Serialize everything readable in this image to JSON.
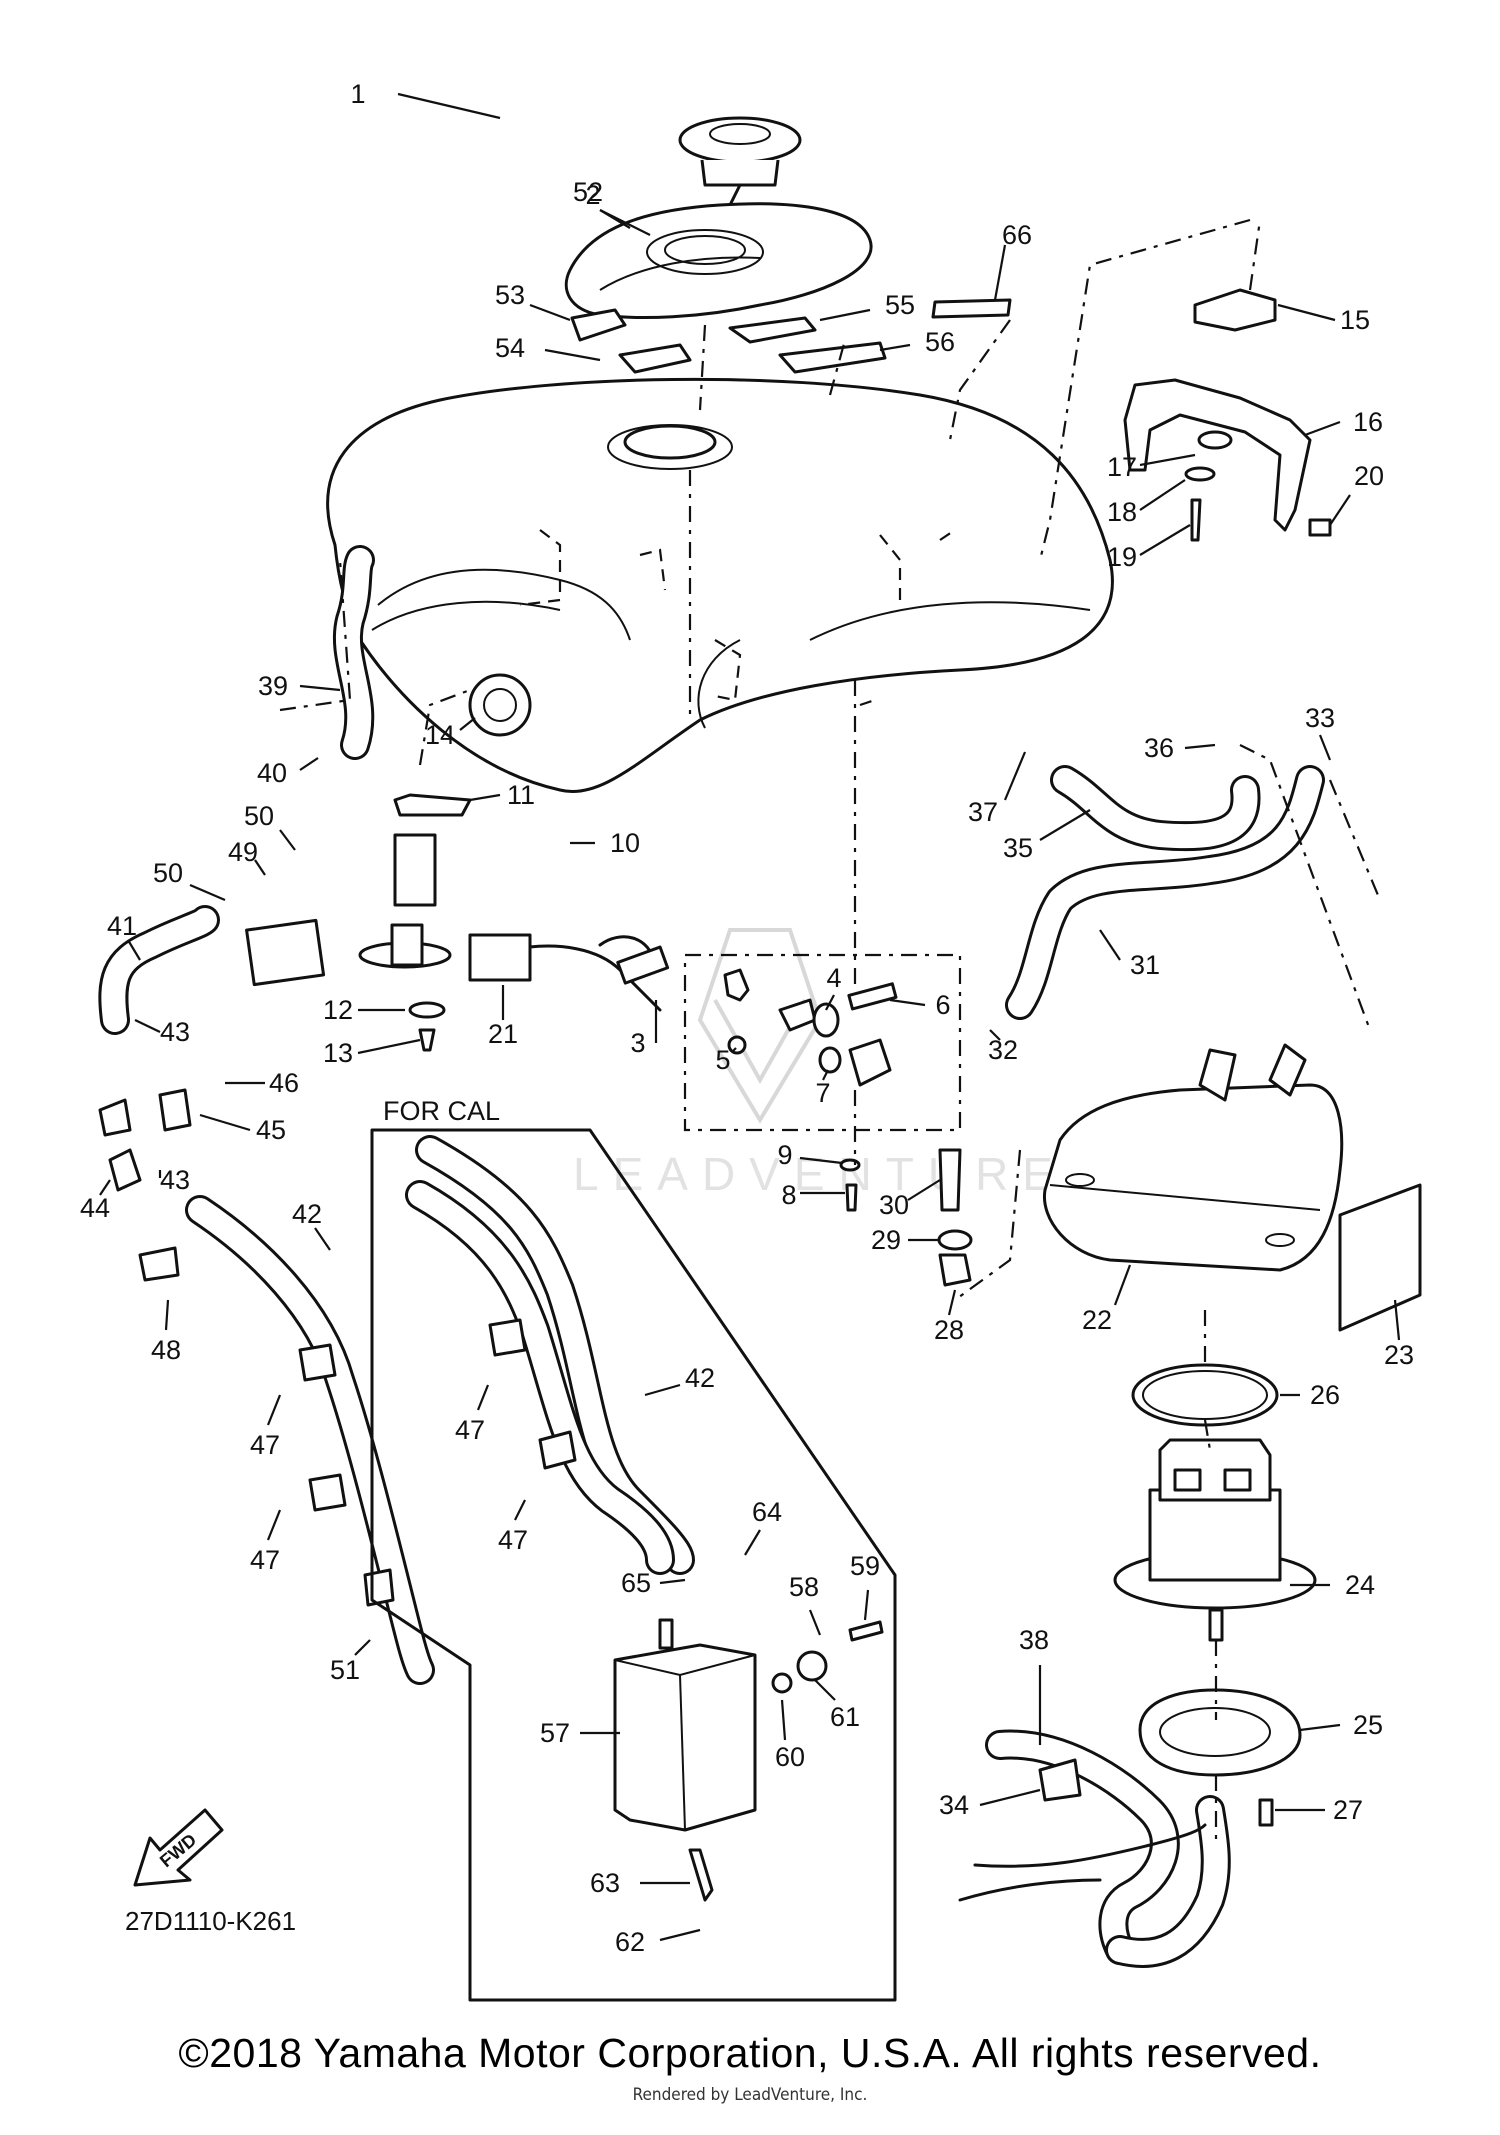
{
  "diagram": {
    "section_label": "FOR CAL",
    "diagram_code": "27D1110-K261",
    "fwd_label": "FWD",
    "watermark": "LEADVENTURE",
    "callouts": [
      "1",
      "2",
      "3",
      "4",
      "5",
      "6",
      "7",
      "8",
      "9",
      "10",
      "11",
      "12",
      "13",
      "14",
      "15",
      "16",
      "17",
      "18",
      "19",
      "20",
      "21",
      "22",
      "23",
      "24",
      "25",
      "26",
      "27",
      "28",
      "29",
      "30",
      "31",
      "32",
      "33",
      "34",
      "35",
      "36",
      "37",
      "38",
      "39",
      "40",
      "41",
      "42",
      "42",
      "43",
      "43",
      "44",
      "45",
      "46",
      "47",
      "47",
      "47",
      "47",
      "48",
      "49",
      "50",
      "50",
      "51",
      "52",
      "53",
      "54",
      "55",
      "56",
      "57",
      "58",
      "59",
      "60",
      "61",
      "62",
      "63",
      "64",
      "65",
      "66"
    ]
  },
  "footer": {
    "copyright": "©2018 Yamaha Motor Corporation, U.S.A. All rights reserved.",
    "rendered_by": "Rendered by LeadVenture, Inc."
  }
}
